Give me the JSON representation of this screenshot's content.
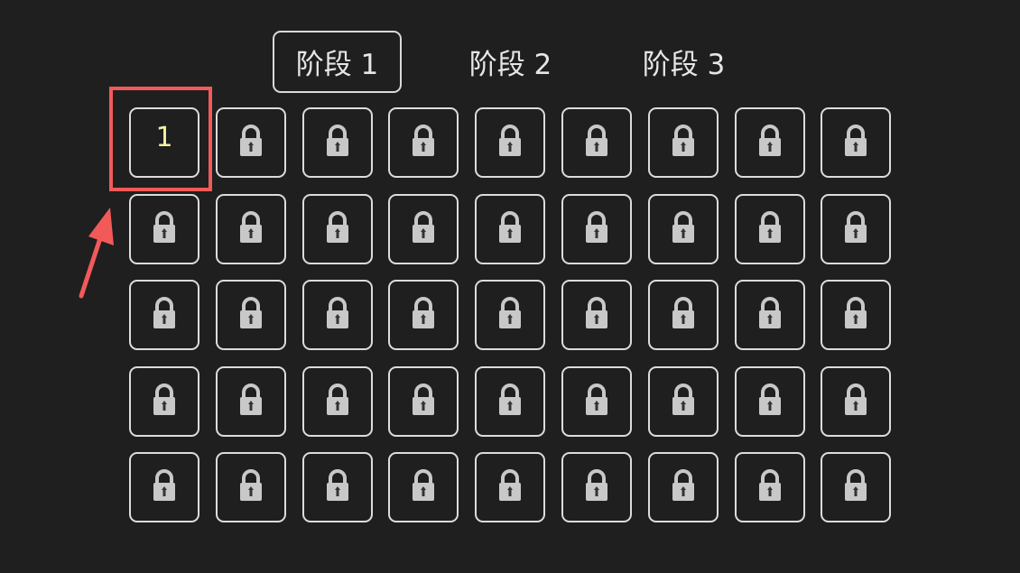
{
  "tabs": [
    {
      "label": "阶段 1",
      "active": true
    },
    {
      "label": "阶段 2",
      "active": false
    },
    {
      "label": "阶段 3",
      "active": false
    }
  ],
  "grid": {
    "columns": 9,
    "rows": 5,
    "levels": [
      {
        "label": "1",
        "locked": false
      }
    ],
    "locked_icon": "lock-icon",
    "total": 45
  },
  "colors": {
    "background": "#1f1f1f",
    "border": "#dcdcdc",
    "level_number": "#f4f0a0",
    "lock": "#c8c8c8",
    "annotation": "#f25a5a"
  }
}
